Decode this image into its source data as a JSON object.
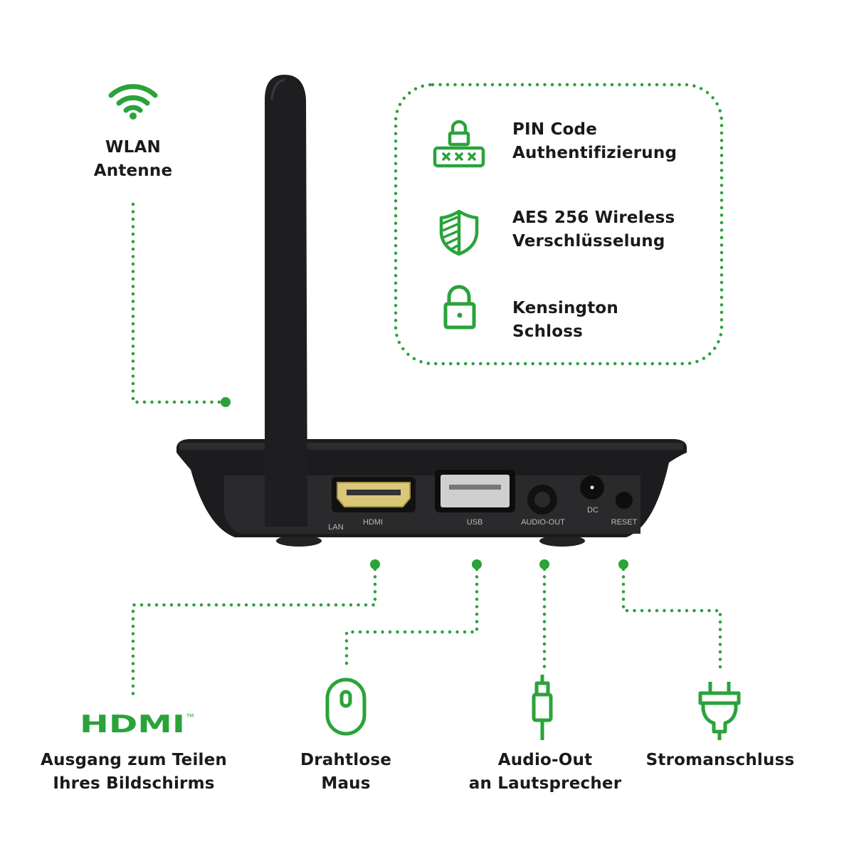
{
  "colors": {
    "accent": "#2aa33a",
    "device": "#1c1c1e",
    "text": "#1a1a1a"
  },
  "antenna": {
    "line1": "WLAN",
    "line2": "Antenne",
    "icon": "wifi-icon"
  },
  "features": [
    {
      "icon": "pin-lock-icon",
      "line1": "PIN Code",
      "line2": "Authentifizierung"
    },
    {
      "icon": "shield-icon",
      "line1": "AES 256 Wireless",
      "line2": "Verschlüsselung"
    },
    {
      "icon": "padlock-icon",
      "line1": "Kensington",
      "line2": "Schloss"
    }
  ],
  "ports": [
    "LAN",
    "HDMI",
    "USB",
    "AUDIO-OUT",
    "DC",
    "RESET"
  ],
  "bottom": [
    {
      "icon": "hdmi-logo",
      "logo_text": "HDMI",
      "line1": "Ausgang zum Teilen",
      "line2": "Ihres Bildschirms"
    },
    {
      "icon": "mouse-icon",
      "line1": "Drahtlose",
      "line2": "Maus"
    },
    {
      "icon": "audio-jack-icon",
      "line1": "Audio-Out",
      "line2": "an Lautsprecher"
    },
    {
      "icon": "power-plug-icon",
      "line1": "Stromanschluss",
      "line2": ""
    }
  ]
}
